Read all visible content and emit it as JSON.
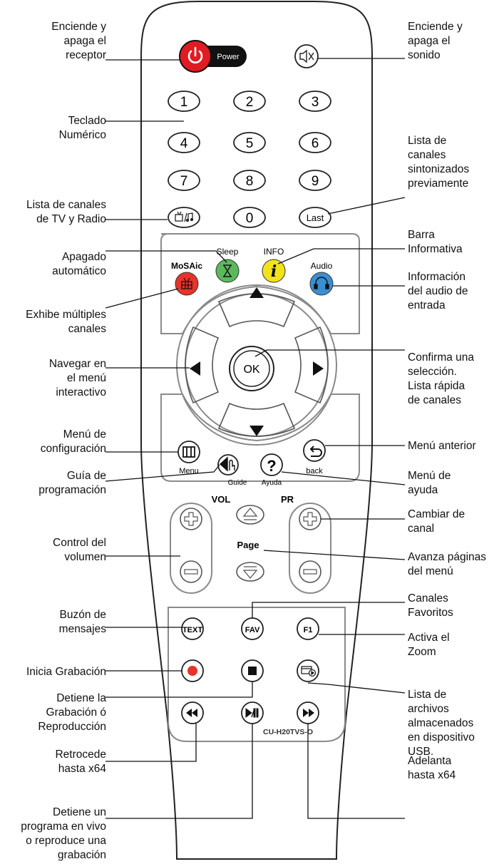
{
  "labels_left": [
    {
      "id": "power",
      "text": "Enciende y\napaga el\nreceptor"
    },
    {
      "id": "keypad",
      "text": "Teclado\nNumérico"
    },
    {
      "id": "tvradio",
      "text": "Lista de canales\nde TV y Radio"
    },
    {
      "id": "sleep",
      "text": "Apagado\nautomático"
    },
    {
      "id": "mosaic",
      "text": "Exhibe múltiples\ncanales"
    },
    {
      "id": "nav",
      "text": "Navegar en\nel menú\ninteractivo"
    },
    {
      "id": "menu",
      "text": "Menú de\nconfiguración"
    },
    {
      "id": "guide",
      "text": "Guía de\nprogramación"
    },
    {
      "id": "volume",
      "text": "Control del\nvolumen"
    },
    {
      "id": "text",
      "text": "Buzón de\nmensajes"
    },
    {
      "id": "record",
      "text": "Inicia Grabación"
    },
    {
      "id": "stop",
      "text": "Detiene la\nGrabación ó\nReproducción"
    },
    {
      "id": "rewind",
      "text": "Retrocede\nhasta x64"
    },
    {
      "id": "pause",
      "text": "Detiene un\nprograma en vivo\no reproduce una\ngrabación"
    }
  ],
  "labels_right": [
    {
      "id": "mute",
      "text": "Enciende y\napaga el\nsonido"
    },
    {
      "id": "last",
      "text": "Lista de\ncanales\nsintonizados\npreviamente"
    },
    {
      "id": "info",
      "text": "Barra\nInformativa"
    },
    {
      "id": "audio",
      "text": "Información\ndel audio de\nentrada"
    },
    {
      "id": "ok",
      "text": "Confirma una\nselección.\nLista rápida\nde canales"
    },
    {
      "id": "back",
      "text": "Menú anterior"
    },
    {
      "id": "help",
      "text": "Menú de\nayuda"
    },
    {
      "id": "channel",
      "text": "Cambiar de\ncanal"
    },
    {
      "id": "page",
      "text": "Avanza páginas\ndel menú"
    },
    {
      "id": "fav",
      "text": "Canales\nFavoritos"
    },
    {
      "id": "zoom",
      "text": "Activa el\nZoom"
    },
    {
      "id": "usb",
      "text": "Lista de\narchivos\nalmacenados\nen dispositivo\nUSB."
    },
    {
      "id": "forward",
      "text": "Adelanta\nhasta x64"
    }
  ],
  "remote": {
    "power_label": "Power",
    "digits": [
      "1",
      "2",
      "3",
      "4",
      "5",
      "6",
      "7",
      "8",
      "9",
      "0"
    ],
    "last_label": "Last",
    "sleep_label": "Sleep",
    "info_label": "INFO",
    "info_glyph": "i",
    "mosaic_label": "MoSAic",
    "audio_label": "Audio",
    "ok_label": "OK",
    "menu_label": "Menu",
    "guide_label": "Guide",
    "help_glyph": "?",
    "help_label": "Ayuda",
    "back_label": "back",
    "vol_label": "VOL",
    "pr_label": "PR",
    "page_label": "Page",
    "text_label": "TEXT",
    "fav_label": "FAV",
    "f1_label": "F1",
    "model": "CU-H20TVS-O"
  },
  "colors": {
    "power": "#e11b22",
    "sleep": "#5cb85c",
    "info": "#f2e21a",
    "mosaic": "#e8332a",
    "audio": "#3a8fd1",
    "record": "#e8332a",
    "outline": "#222222",
    "panel": "#8a8a8a"
  }
}
